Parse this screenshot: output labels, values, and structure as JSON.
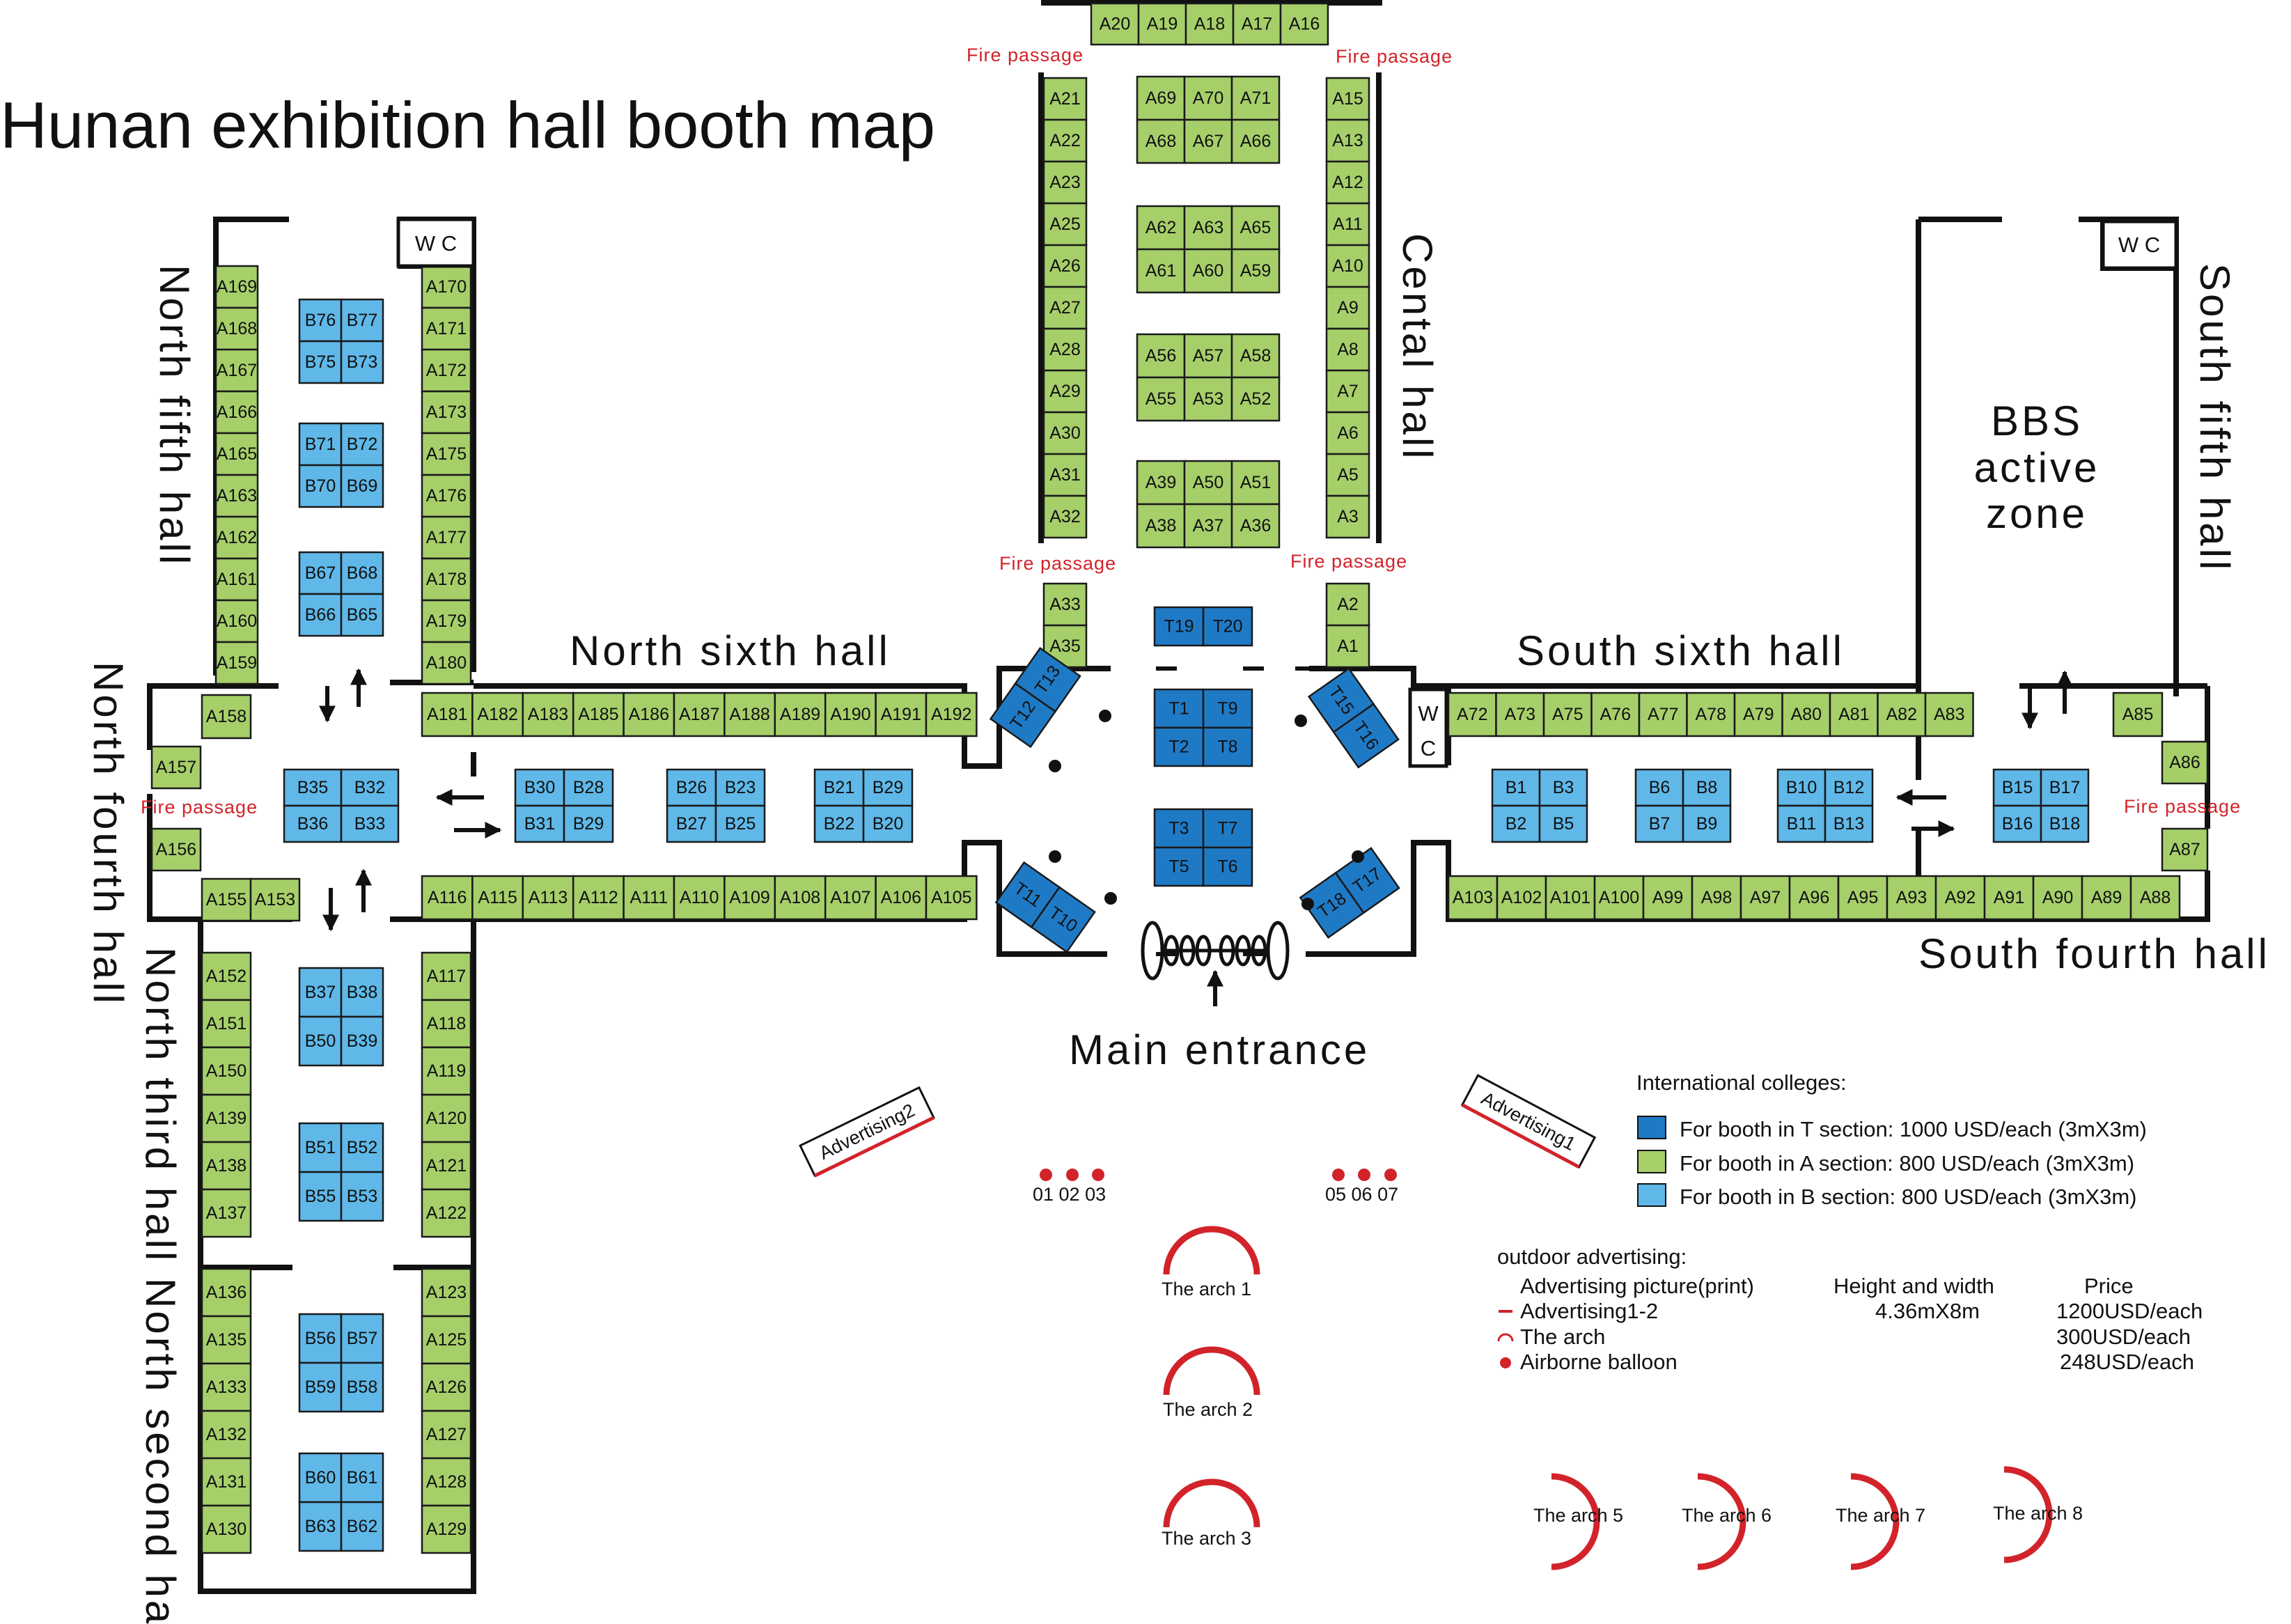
{
  "title": "Hunan exhibition hall booth map",
  "halls": {
    "north_fifth": "North fifth hall",
    "north_fourth": "North fourth hall",
    "north_third": "North third hall",
    "north_second": "North second hall",
    "north_sixth": "North sixth hall",
    "cental": "Cental hall",
    "south_sixth": "South sixth hall",
    "south_fifth": "South fifth hall",
    "south_fourth": "South fourth hall",
    "bbs_line1": "BBS",
    "bbs_line2": "active",
    "bbs_line3": "zone",
    "main_entrance": "Main entrance"
  },
  "fire_passage": "Fire passage",
  "wc": {
    "full": "W C",
    "w": "W",
    "c": "C"
  },
  "booth_labels": {
    "top_row": [
      "A20",
      "A19",
      "A18",
      "A17",
      "A16"
    ],
    "central_left_col": [
      "A21",
      "A22",
      "A23",
      "A25",
      "A26",
      "A27",
      "A28",
      "A29",
      "A30",
      "A31",
      "A32"
    ],
    "central_left_low": [
      "A33",
      "A35"
    ],
    "central_right_col": [
      "A15",
      "A13",
      "A12",
      "A11",
      "A10",
      "A9",
      "A8",
      "A7",
      "A6",
      "A5",
      "A3"
    ],
    "central_right_low": [
      "A2",
      "A1"
    ],
    "central_mid_grid": [
      "A69",
      "A70",
      "A71",
      "A68",
      "A67",
      "A66",
      "A62",
      "A63",
      "A65",
      "A61",
      "A60",
      "A59",
      "A56",
      "A57",
      "A58",
      "A55",
      "A53",
      "A52",
      "A39",
      "A50",
      "A51",
      "A38",
      "A37",
      "A36"
    ],
    "north_fifth_left": [
      "A169",
      "A168",
      "A167",
      "A166",
      "A165",
      "A163",
      "A162",
      "A161",
      "A160",
      "A159"
    ],
    "north_fifth_right": [
      "A170",
      "A171",
      "A172",
      "A173",
      "A175",
      "A176",
      "A177",
      "A178",
      "A179",
      "A180"
    ],
    "north_fourth_corner": [
      "A158",
      "A157",
      "A156",
      "A155",
      "A153"
    ],
    "north_sixth_top": [
      "A181",
      "A182",
      "A183",
      "A185",
      "A186",
      "A187",
      "A188",
      "A189",
      "A190",
      "A191",
      "A192"
    ],
    "north_sixth_bottom": [
      "A116",
      "A115",
      "A113",
      "A112",
      "A111",
      "A110",
      "A109",
      "A108",
      "A107",
      "A106",
      "A105"
    ],
    "north_third_left": [
      "A152",
      "A151",
      "A150",
      "A139",
      "A138",
      "A137"
    ],
    "north_second_left": [
      "A136",
      "A135",
      "A133",
      "A132",
      "A131",
      "A130"
    ],
    "north_third_right": [
      "A117",
      "A118",
      "A119",
      "A120",
      "A121",
      "A122"
    ],
    "north_second_right": [
      "A123",
      "A125",
      "A126",
      "A127",
      "A128",
      "A129"
    ],
    "south_sixth_top": [
      "A72",
      "A73",
      "A75",
      "A76",
      "A77",
      "A78",
      "A79",
      "A80",
      "A81",
      "A82",
      "A83"
    ],
    "south_right": [
      "A85",
      "A86",
      "A87"
    ],
    "south_fourth_bottom": [
      "A103",
      "A102",
      "A101",
      "A100",
      "A99",
      "A98",
      "A97",
      "A96",
      "A95",
      "A93",
      "A92",
      "A91",
      "A90",
      "A89",
      "A88"
    ],
    "b_north_fifth": [
      "B76",
      "B77",
      "B75",
      "B73",
      "B71",
      "B72",
      "B70",
      "B69",
      "B67",
      "B68",
      "B66",
      "B65"
    ],
    "b_north_fourth": [
      "B35",
      "B32",
      "B36",
      "B33"
    ],
    "b_north_sixth": [
      "B30",
      "B28",
      "B31",
      "B29",
      "B26",
      "B23",
      "B27",
      "B25",
      "B21",
      "B29",
      "B22",
      "B20"
    ],
    "b_north_third": [
      "B37",
      "B38",
      "B50",
      "B39",
      "B51",
      "B52",
      "B55",
      "B53"
    ],
    "b_north_second": [
      "B56",
      "B57",
      "B59",
      "B58",
      "B60",
      "B61",
      "B63",
      "B62"
    ],
    "b_south": [
      "B1",
      "B3",
      "B2",
      "B5",
      "B6",
      "B8",
      "B7",
      "B9",
      "B10",
      "B12",
      "B11",
      "B13",
      "B15",
      "B17",
      "B16",
      "B18"
    ],
    "t_center": [
      "T19",
      "T20",
      "T1",
      "T9",
      "T2",
      "T8",
      "T3",
      "T7",
      "T5",
      "T6"
    ],
    "t_diag": [
      "T12",
      "T13",
      "T15",
      "T16",
      "T11",
      "T10",
      "T18",
      "T17"
    ]
  },
  "advertising": {
    "ad1": "Advertising1",
    "ad2": "Advertising2"
  },
  "balloons_left": "01 02 03",
  "balloons_right": "05 06 07",
  "arches": [
    "The arch 1",
    "The arch 2",
    "The arch 3",
    "The arch 5",
    "The arch 6",
    "The arch 7",
    "The arch 8"
  ],
  "legend": {
    "intl_heading": "International colleges:",
    "t_section": "For booth in T section: 1000 USD/each  (3mX3m)",
    "a_section": "For booth in A section: 800  USD/each  (3mX3m)",
    "b_section": "For booth in B section: 800  USD/each  (3mX3m)",
    "outdoor_heading": "outdoor advertising:",
    "col_picture": "Advertising picture(print)",
    "col_size": "Height and width",
    "col_price": "Price",
    "row1_name": "Advertising1-2",
    "row1_size": "4.36mX8m",
    "row1_price": "1200USD/each",
    "row2_name": "The  arch",
    "row2_price": "300USD/each",
    "row3_name": "Airborne balloon",
    "row3_price": "248USD/each"
  },
  "colors": {
    "a_booth": "#a6cf6a",
    "b_booth": "#5fb8e8",
    "t_booth": "#1f7ac6",
    "red": "#d2232a",
    "wall": "#111111"
  }
}
